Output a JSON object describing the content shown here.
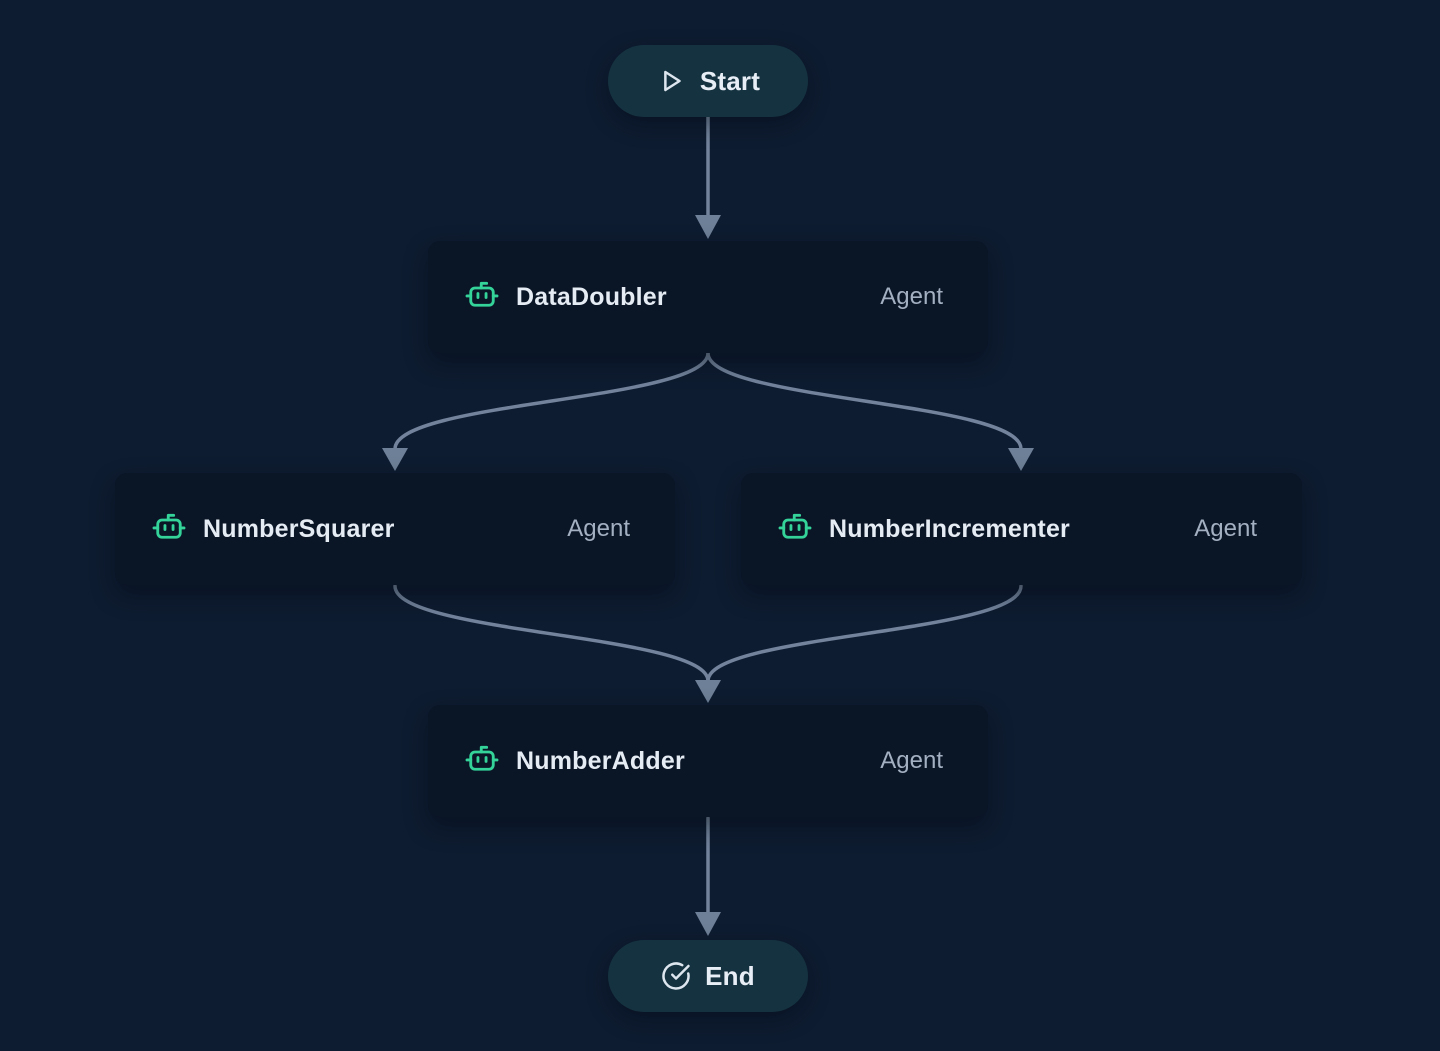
{
  "nodes": {
    "start": {
      "label": "Start",
      "icon": "play-icon"
    },
    "agents": [
      {
        "name": "DataDoubler",
        "type": "Agent",
        "icon": "robot-icon"
      },
      {
        "name": "NumberSquarer",
        "type": "Agent",
        "icon": "robot-icon"
      },
      {
        "name": "NumberIncrementer",
        "type": "Agent",
        "icon": "robot-icon"
      },
      {
        "name": "NumberAdder",
        "type": "Agent",
        "icon": "robot-icon"
      }
    ],
    "end": {
      "label": "End",
      "icon": "check-circle-icon"
    }
  },
  "edges": [
    {
      "from": "Start",
      "to": "DataDoubler"
    },
    {
      "from": "DataDoubler",
      "to": "NumberSquarer"
    },
    {
      "from": "DataDoubler",
      "to": "NumberIncrementer"
    },
    {
      "from": "NumberSquarer",
      "to": "NumberAdder"
    },
    {
      "from": "NumberIncrementer",
      "to": "NumberAdder"
    },
    {
      "from": "NumberAdder",
      "to": "End"
    }
  ],
  "colors": {
    "background": "#0e1c31",
    "agent_node_bg": "#0a1526",
    "terminal_node_bg": "#153240",
    "edge": "#72839b",
    "robot_icon": "#34d399",
    "node_title_text": "#e6ecf3",
    "node_type_text": "#a3b0c2",
    "terminal_text": "#e8eef6"
  }
}
